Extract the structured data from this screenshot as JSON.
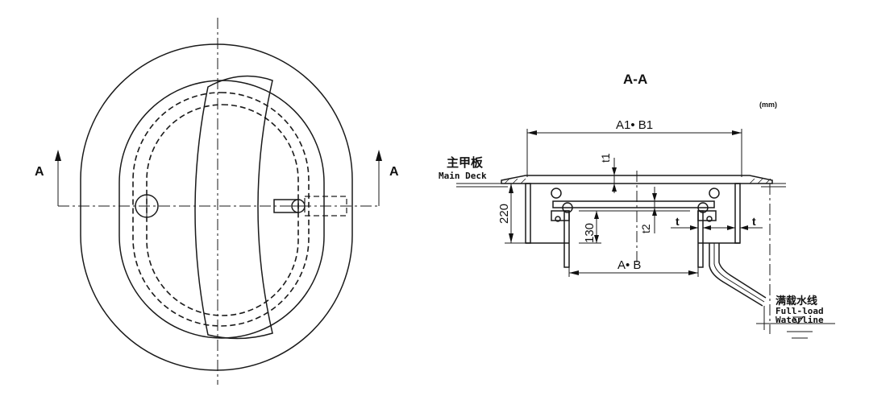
{
  "plan_view": {
    "section_mark_left": "A",
    "section_mark_right": "A"
  },
  "section_view": {
    "title": "A-A",
    "unit": "(mm)",
    "dim_overall": "A1• B1",
    "dim_inner": "A• B",
    "dim_t1": "t1",
    "dim_t2": "t2",
    "dim_t_left": "t",
    "dim_t_right": "t",
    "dim_220": "220",
    "dim_130": "130",
    "deck_label_cn": "主甲板",
    "deck_label_en": "Main Deck",
    "waterline_label_cn": "满载水线",
    "waterline_label_en1": "Full-load",
    "waterline_label_en2": "Waterline"
  }
}
